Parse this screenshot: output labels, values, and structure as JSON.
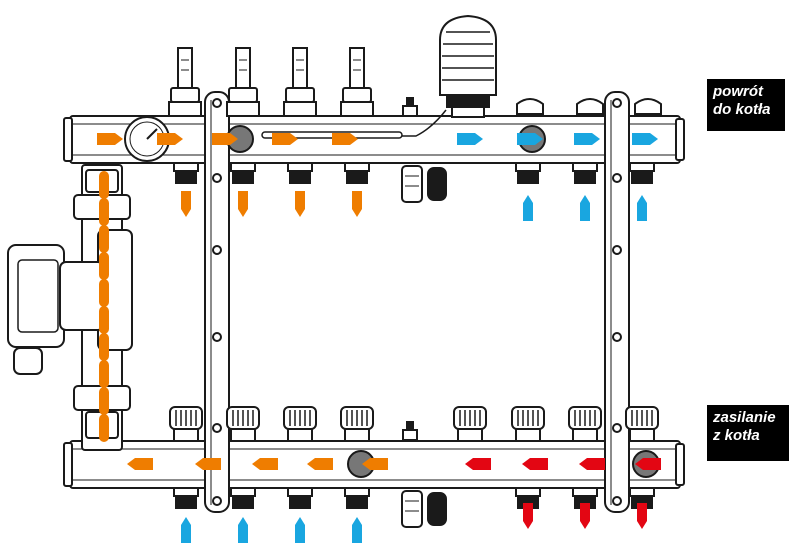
{
  "labels": {
    "return_line1": "powrót",
    "return_line2": "do kotła",
    "supply_line1": "zasilanie",
    "supply_line2": "z kotła"
  },
  "colors": {
    "hot": "#e30613",
    "cold": "#19a6e0",
    "mixed": "#ef7d00",
    "outline": "#1a1a1a",
    "label_bg": "#000000",
    "label_text": "#ffffff"
  },
  "manifold": {
    "top_flowmeters": 4,
    "top_caps": 3,
    "bottom_valves": 8,
    "top_outlets": 7,
    "bottom_outlets": 7
  }
}
